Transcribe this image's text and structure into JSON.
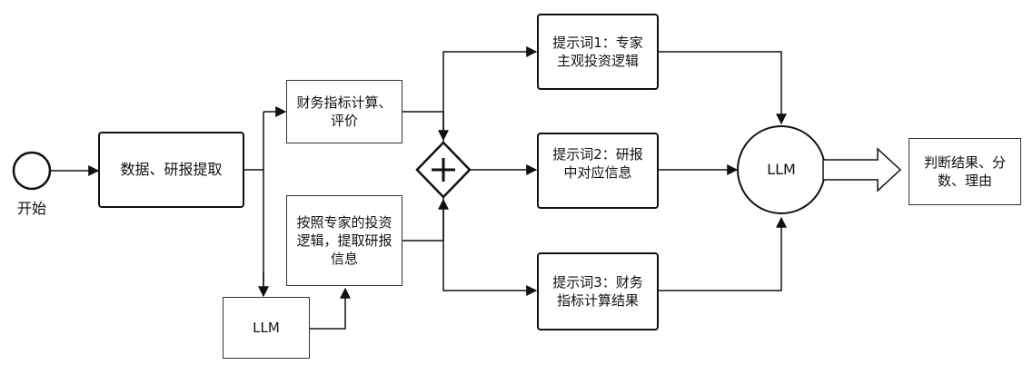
{
  "nodes": {
    "start": {
      "label": "开始"
    },
    "data_extract": {
      "label": "数据、研报提取"
    },
    "financial_calc": {
      "label": "财务指标计算、评价"
    },
    "extract_by_logic": {
      "label": "按照专家的投资逻辑，提取研报信息"
    },
    "llm_small": {
      "label": "LLM"
    },
    "gateway": {
      "label": "+"
    },
    "prompt1": {
      "label": "提示词1：专家主观投资逻辑"
    },
    "prompt2": {
      "label": "提示词2：研报中对应信息"
    },
    "prompt3": {
      "label": "提示词3：财务指标计算结果"
    },
    "llm_main": {
      "label": "LLM"
    },
    "result": {
      "label": "判断结果、分数、理由"
    }
  }
}
